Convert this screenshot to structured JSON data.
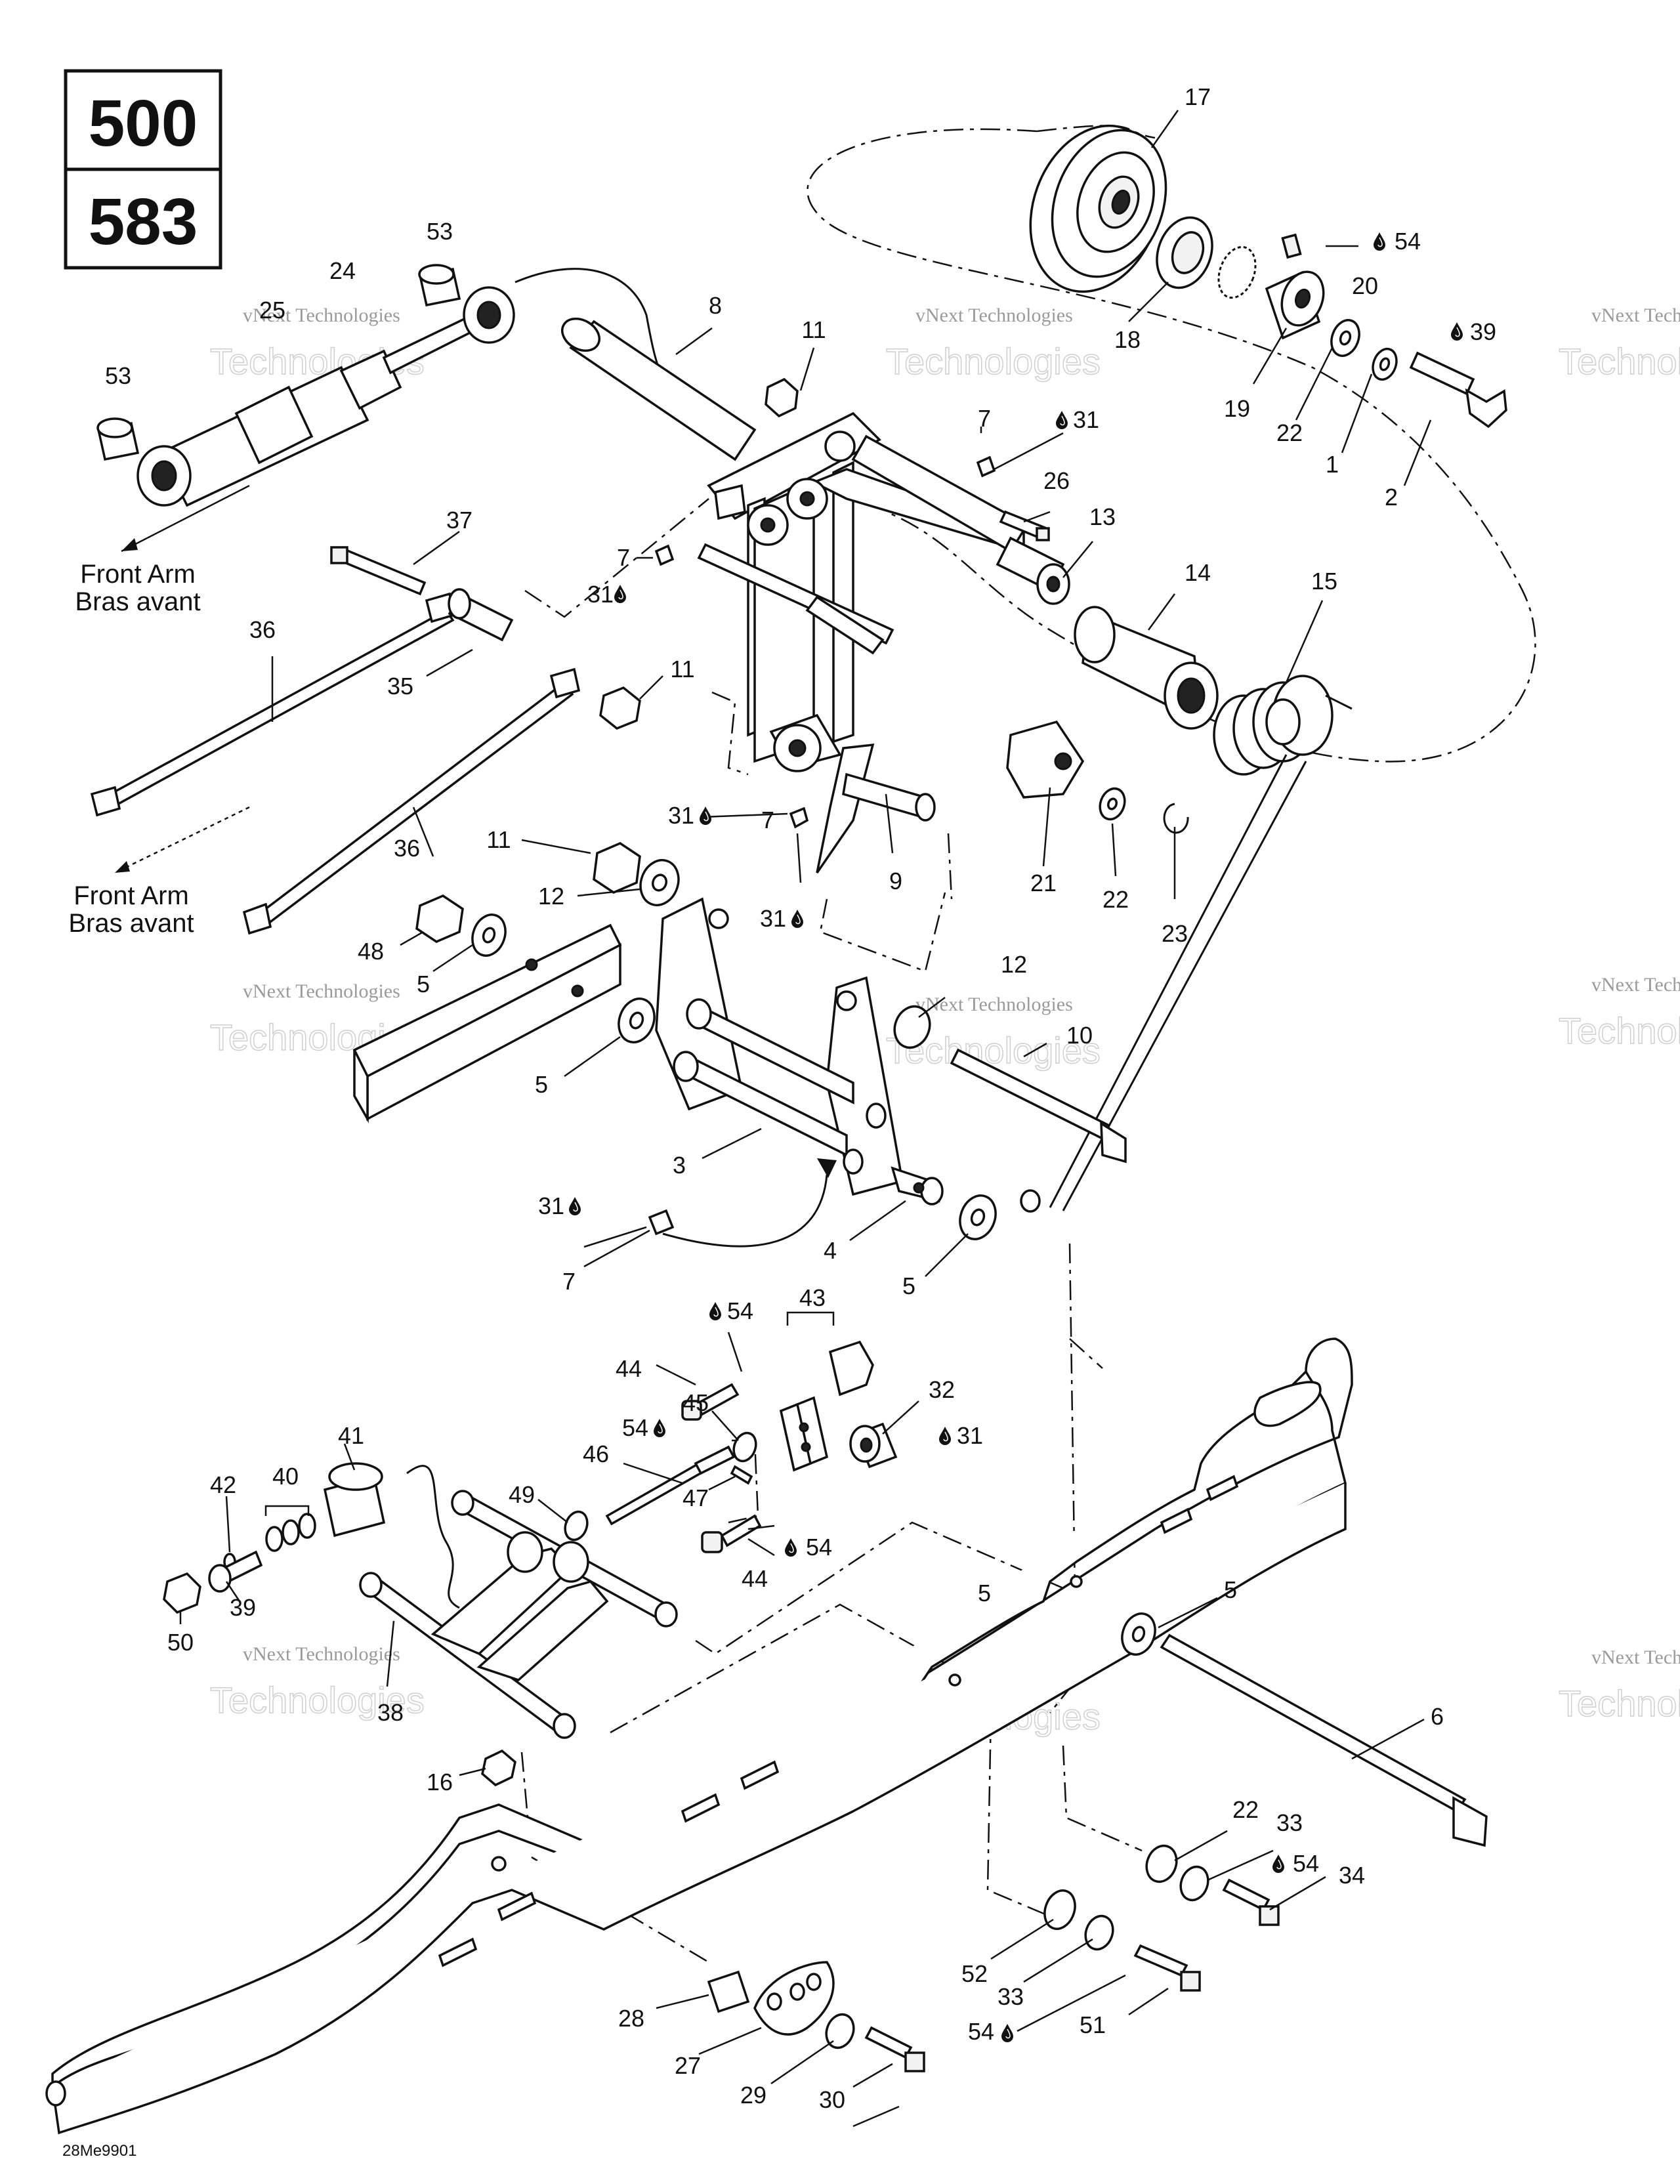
{
  "model_numbers": [
    "500",
    "583"
  ],
  "front_arm_captions": [
    {
      "en": "Front Arm",
      "fr": "Bras avant"
    },
    {
      "en": "Front Arm",
      "fr": "Bras avant"
    }
  ],
  "diagram_code": "28Me9901",
  "watermark": {
    "line1": "vNext Technologies",
    "line2": "Technologies"
  },
  "callouts": {
    "c1": "1",
    "c2": "2",
    "c3": "3",
    "c4": "4",
    "c5a": "5",
    "c5b": "5",
    "c5c": "5",
    "c5d": "5",
    "c5e": "5",
    "c6": "6",
    "c7a": "7",
    "c7b": "7",
    "c7c": "7",
    "c7d": "7",
    "c8": "8",
    "c9": "9",
    "c10": "10",
    "c11a": "11",
    "c11b": "11",
    "c11c": "11",
    "c12a": "12",
    "c12b": "12",
    "c13": "13",
    "c14": "14",
    "c15": "15",
    "c16": "16",
    "c17": "17",
    "c18": "18",
    "c19": "19",
    "c20": "20",
    "c21": "21",
    "c22a": "22",
    "c22b": "22",
    "c22c": "22",
    "c23": "23",
    "c24": "24",
    "c25": "25",
    "c26": "26",
    "c27": "27",
    "c28": "28",
    "c29": "29",
    "c30": "30",
    "c31a": "31",
    "c31b": "31",
    "c31c": "31",
    "c31d": "31",
    "c31e": "31",
    "c31f": "31",
    "c32": "32",
    "c33a": "33",
    "c33b": "33",
    "c34": "34",
    "c35": "35",
    "c36a": "36",
    "c36b": "36",
    "c37": "37",
    "c38": "38",
    "c39a": "39",
    "c39b": "39",
    "c40": "40",
    "c41": "41",
    "c42": "42",
    "c43": "43",
    "c44a": "44",
    "c44b": "44",
    "c45": "45",
    "c46": "46",
    "c47": "47",
    "c48": "48",
    "c49": "49",
    "c50": "50",
    "c51": "51",
    "c52": "52",
    "c53a": "53",
    "c53b": "53",
    "c54a": "54",
    "c54b": "54",
    "c54c": "54",
    "c54d": "54",
    "c54e": "54",
    "c54f": "54"
  },
  "icons": {
    "lubricant": "oil-drop-icon"
  }
}
